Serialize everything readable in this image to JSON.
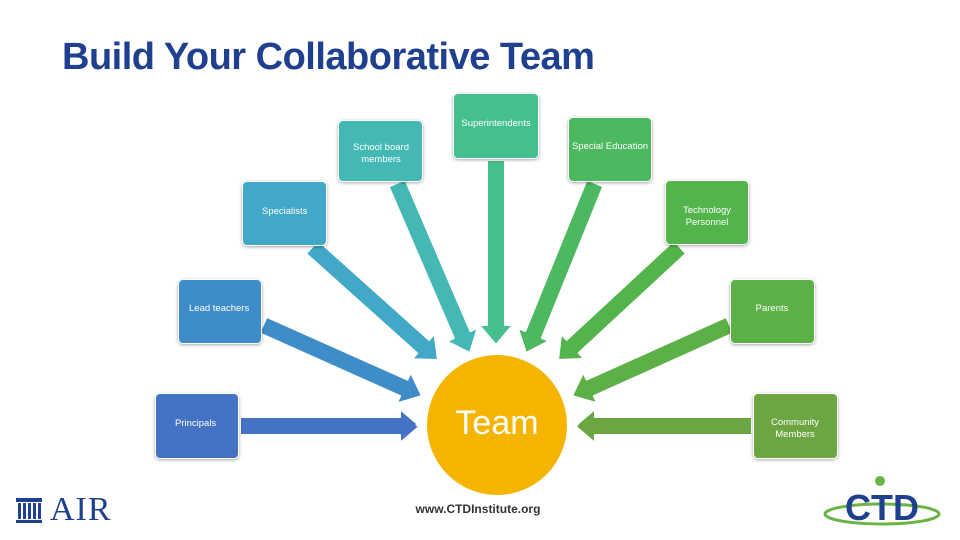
{
  "title": "Build Your Collaborative Team",
  "center": {
    "label": "Team",
    "color": "#f5b400"
  },
  "nodes": [
    {
      "id": "principals",
      "label": "Principals",
      "color": "#4472c4"
    },
    {
      "id": "lead-teachers",
      "label": "Lead teachers",
      "color": "#3f8dc8"
    },
    {
      "id": "specialists",
      "label": "Specialists",
      "color": "#42a8c8"
    },
    {
      "id": "school-board",
      "label": "School board members",
      "color": "#43b8b4"
    },
    {
      "id": "superintendents",
      "label": "Superintendents",
      "color": "#45bf8e"
    },
    {
      "id": "special-education",
      "label": "Special Education",
      "color": "#4cb860"
    },
    {
      "id": "technology",
      "label": "Technology Personnel",
      "color": "#52b44b"
    },
    {
      "id": "parents",
      "label": "Parents",
      "color": "#5cb045"
    },
    {
      "id": "community",
      "label": "Community Members",
      "color": "#6ba643"
    }
  ],
  "website": "www.CTDInstitute.org",
  "logos": {
    "left": "AIR",
    "right": "CTD"
  }
}
